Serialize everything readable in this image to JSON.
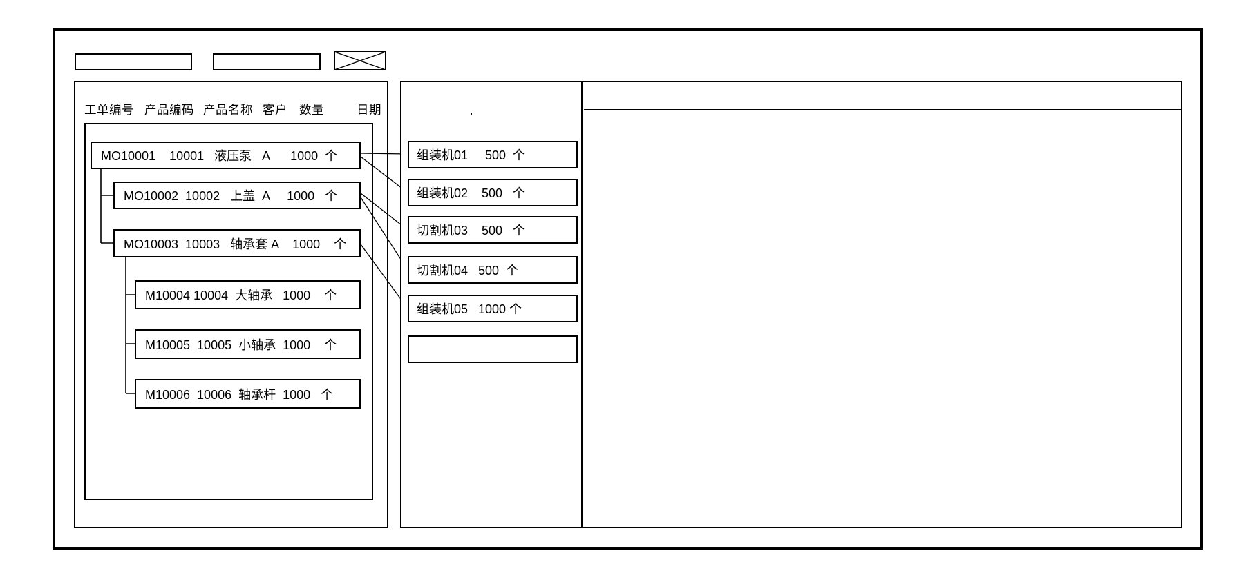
{
  "toolbar": {
    "field1_value": "",
    "field2_value": "",
    "crossed_box": "image-placeholder"
  },
  "work_orders": {
    "columns": [
      "工单编号",
      "产品编码",
      "产品名称",
      "客户",
      "数量",
      "日期"
    ],
    "tree": [
      {
        "level": 0,
        "order_no": "MO10001",
        "product_code": "10001",
        "product_name": "液压泵",
        "customer": "A",
        "qty": "1000",
        "unit": "个",
        "text": "MO10001    10001   液压泵   A      1000  个"
      },
      {
        "level": 1,
        "order_no": "MO10002",
        "product_code": "10002",
        "product_name": "上盖",
        "customer": "A",
        "qty": "1000",
        "unit": "个",
        "text": "MO10002  10002   上盖  A     1000   个"
      },
      {
        "level": 1,
        "order_no": "MO10003",
        "product_code": "10003",
        "product_name": "轴承套",
        "customer": "A",
        "qty": "1000",
        "unit": "个",
        "text": "MO10003  10003   轴承套 A    1000    个"
      },
      {
        "level": 2,
        "order_no": "M10004",
        "product_code": "10004",
        "product_name": "大轴承",
        "customer": "",
        "qty": "1000",
        "unit": "个",
        "text": "M10004 10004  大轴承   1000    个"
      },
      {
        "level": 2,
        "order_no": "M10005",
        "product_code": "10005",
        "product_name": "小轴承",
        "customer": "",
        "qty": "1000",
        "unit": "个",
        "text": "M10005  10005  小轴承  1000    个"
      },
      {
        "level": 2,
        "order_no": "M10006",
        "product_code": "10006",
        "product_name": "轴承杆",
        "customer": "",
        "qty": "1000",
        "unit": "个",
        "text": "M10006  10006  轴承杆  1000   个"
      }
    ]
  },
  "machines": {
    "items": [
      {
        "name": "组装机01",
        "qty": "500",
        "unit": "个",
        "text": "组装机01     500  个"
      },
      {
        "name": "组装机02",
        "qty": "500",
        "unit": "个",
        "text": "组装机02    500   个"
      },
      {
        "name": "切割机03",
        "qty": "500",
        "unit": "个",
        "text": "切割机03    500   个"
      },
      {
        "name": "切割机04",
        "qty": "500",
        "unit": "个",
        "text": "切割机04   500  个"
      },
      {
        "name": "组装机05",
        "qty": "1000",
        "unit": "个",
        "text": "组装机05   1000 个"
      },
      {
        "name": "",
        "qty": "",
        "unit": "",
        "text": ""
      }
    ],
    "stray_mark": "."
  },
  "links": [
    {
      "from": "MO10001",
      "to": "组装机01"
    },
    {
      "from": "MO10001",
      "to": "组装机02"
    },
    {
      "from": "MO10002",
      "to": "切割机03"
    },
    {
      "from": "MO10002",
      "to": "切割机04"
    },
    {
      "from": "MO10003",
      "to": "组装机05"
    }
  ],
  "colors": {
    "line": "#000000",
    "background": "#ffffff"
  }
}
